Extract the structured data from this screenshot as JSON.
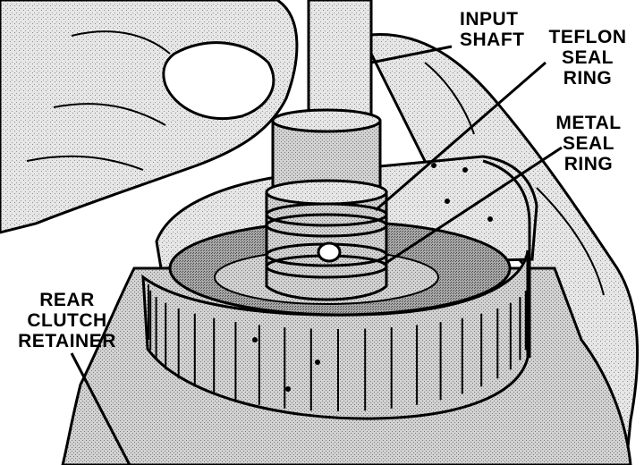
{
  "labels": {
    "input_shaft": [
      "INPUT",
      "SHAFT"
    ],
    "teflon_seal_ring": [
      "TEFLON",
      "SEAL",
      "RING"
    ],
    "metal_seal_ring": [
      "METAL",
      "SEAL",
      "RING"
    ],
    "rear_clutch_retainer": [
      "REAR",
      "CLUTCH",
      "RETAINER"
    ]
  },
  "colors": {
    "ink": "#000000",
    "shade": "#bdbdbd",
    "dark_shade": "#8c8c8c",
    "paper": "#ffffff"
  }
}
